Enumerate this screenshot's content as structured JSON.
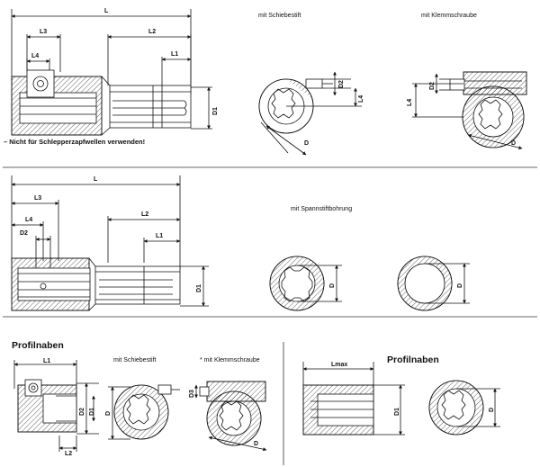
{
  "section1": {
    "dims": {
      "L": "L",
      "L3": "L3",
      "L2": "L2",
      "L1": "L1",
      "L4": "L4",
      "D1": "D1"
    },
    "note": "– Nicht für Schlepperzapfwellen verwenden!",
    "variant_a": {
      "caption": "mit Schiebestift",
      "D2": "D2",
      "L4": "L4",
      "D": "D"
    },
    "variant_b": {
      "caption": "mit Klemmschraube",
      "D2": "D2",
      "L4": "L4",
      "D": "D"
    }
  },
  "section2": {
    "dims": {
      "L": "L",
      "L3": "L3",
      "L4": "L4",
      "D2": "D2",
      "L2": "L2",
      "L1": "L1",
      "D1": "D1"
    },
    "caption": "mit Spannstiftbohrung",
    "end_view_a": {
      "D": "D"
    },
    "end_view_b": {
      "D": "D"
    }
  },
  "section3": {
    "title_left": "Profilnaben",
    "caption_pin": "mit Schiebestift",
    "caption_screw": "* mit Klemmschraube",
    "dims_left": {
      "L1": "L1",
      "D2": "D2",
      "D1": "D1",
      "L2": "L2"
    },
    "dims_pin": {
      "D": "D"
    },
    "dims_screw": {
      "D3": "D3",
      "D": "D"
    },
    "title_right": "Profilnaben",
    "dims_right": {
      "Lmax": "Lmax",
      "D1": "D1",
      "D": "D"
    }
  }
}
